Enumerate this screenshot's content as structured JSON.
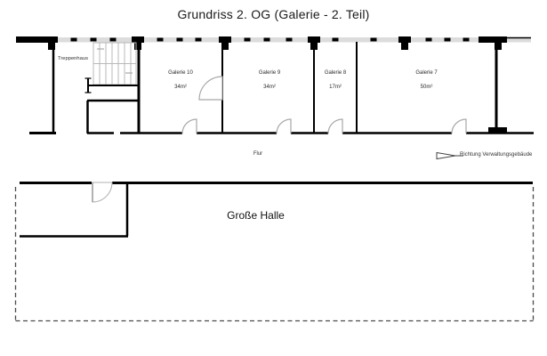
{
  "title": "Grundriss 2. OG (Galerie - 2. Teil)",
  "colors": {
    "wall": "#000000",
    "window_band": "#dcdcdc",
    "stair_lines": "#b8b8b8",
    "door_swing": "#a8a8a8",
    "dashed_boundary": "#4a4a4a"
  },
  "plan": {
    "stairwell_label": "Treppenhaus",
    "rooms": [
      {
        "name": "Galerie 10",
        "area": "34m²"
      },
      {
        "name": "Galerie 9",
        "area": "34m²"
      },
      {
        "name": "Galerie 8",
        "area": "17m²"
      },
      {
        "name": "Galerie 7",
        "area": "50m²"
      }
    ],
    "corridor_label": "Flur",
    "direction_label": "Richtung Verwaltungsgebäude",
    "hall_label": "Große Halle"
  }
}
